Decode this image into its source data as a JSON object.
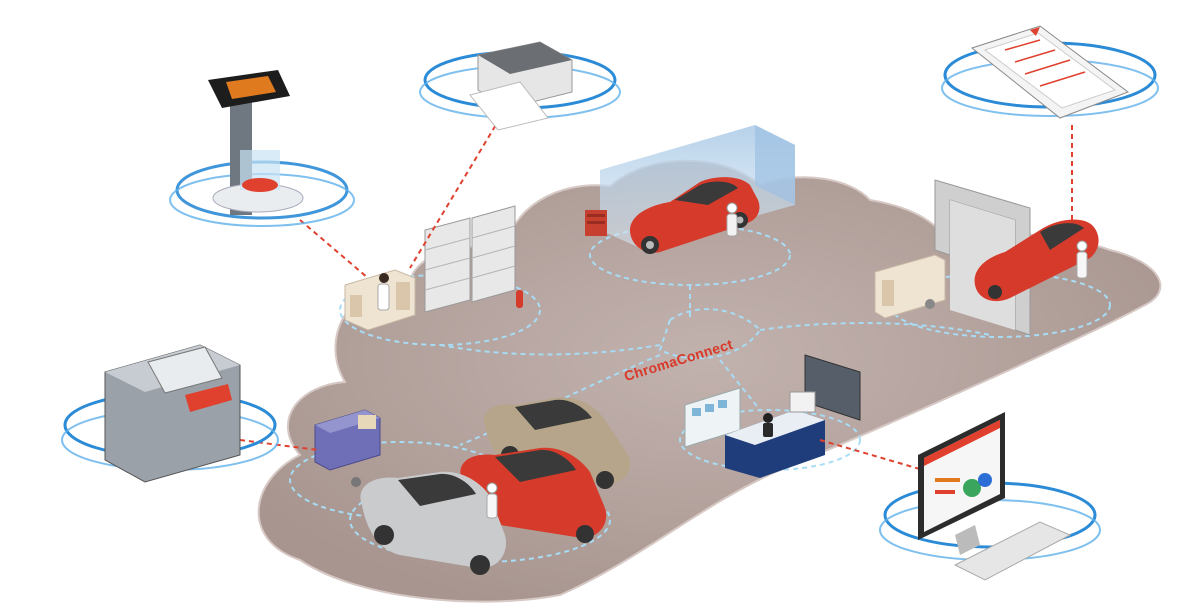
{
  "brand": {
    "network_label": "ChromaConnect"
  },
  "devices": [
    {
      "name": "mixing-scale",
      "icon": "scale-icon"
    },
    {
      "name": "label-printer",
      "icon": "printer-icon"
    },
    {
      "name": "tablet-report",
      "icon": "tablet-icon"
    },
    {
      "name": "spectrophotometer",
      "icon": "spectro-icon"
    },
    {
      "name": "desktop-monitor",
      "icon": "monitor-icon"
    }
  ],
  "zones": [
    {
      "name": "mixing-room"
    },
    {
      "name": "spray-booth"
    },
    {
      "name": "preparation-bay"
    },
    {
      "name": "reception-desk"
    },
    {
      "name": "vehicle-lot"
    },
    {
      "name": "color-workstation"
    }
  ],
  "colors": {
    "floor": "#b9a8a4",
    "path": "#9fd4f0",
    "link": "#e0412f",
    "ring": "#2b8bd6",
    "car_red": "#d63a2a",
    "car_silver": "#c9cbcd",
    "car_beige": "#b6a58a",
    "booth": "#b7d4ea"
  }
}
